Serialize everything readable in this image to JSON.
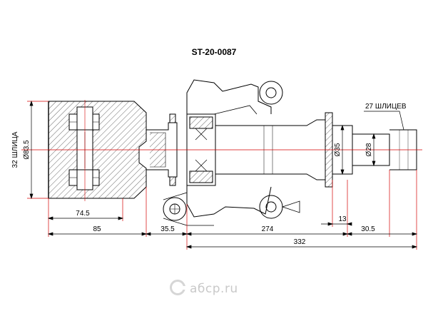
{
  "title": "ST-20-0087",
  "labels": {
    "outer_diameter": "Ø83.5",
    "inner_splines": "32 ШЛИЦА",
    "dia_35": "Ø35",
    "dia_28": "Ø28",
    "outer_splines": "27 ШЛИЦЕВ"
  },
  "dimensions": {
    "d_74_5": "74.5",
    "d_85": "85",
    "d_35_5": "35.5",
    "d_274": "274",
    "d_13": "13",
    "d_30_5": "30.5",
    "d_332": "332"
  },
  "watermark": "aбcp.ru",
  "colors": {
    "centerline": "#d40000",
    "outline": "#000000",
    "hatch": "#000000"
  }
}
